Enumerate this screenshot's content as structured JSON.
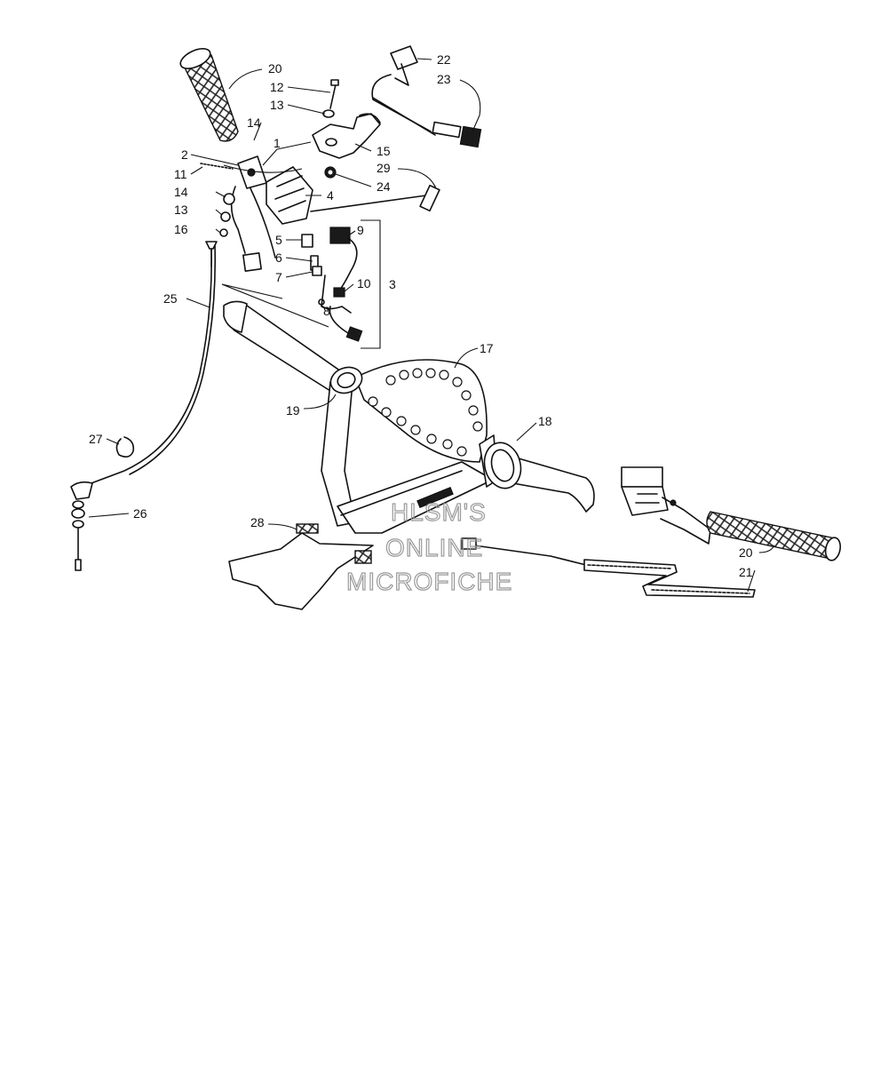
{
  "watermark": {
    "line1": "HLSM'S",
    "line2": "ONLINE",
    "line3": "MICROFICHE"
  },
  "callouts": {
    "c20a": "20",
    "c12": "12",
    "c13a": "13",
    "c14a": "14",
    "c1": "1",
    "c2": "2",
    "c11": "11",
    "c14b": "14",
    "c13b": "13",
    "c16": "16",
    "c22": "22",
    "c23": "23",
    "c15": "15",
    "c29": "29",
    "c24": "24",
    "c4": "4",
    "c9": "9",
    "c5": "5",
    "c6": "6",
    "c7": "7",
    "c10": "10",
    "c8": "8",
    "c3": "3",
    "c25": "25",
    "c17": "17",
    "c19": "19",
    "c18": "18",
    "c27": "27",
    "c26": "26",
    "c28": "28",
    "c20b": "20",
    "c21": "21"
  }
}
